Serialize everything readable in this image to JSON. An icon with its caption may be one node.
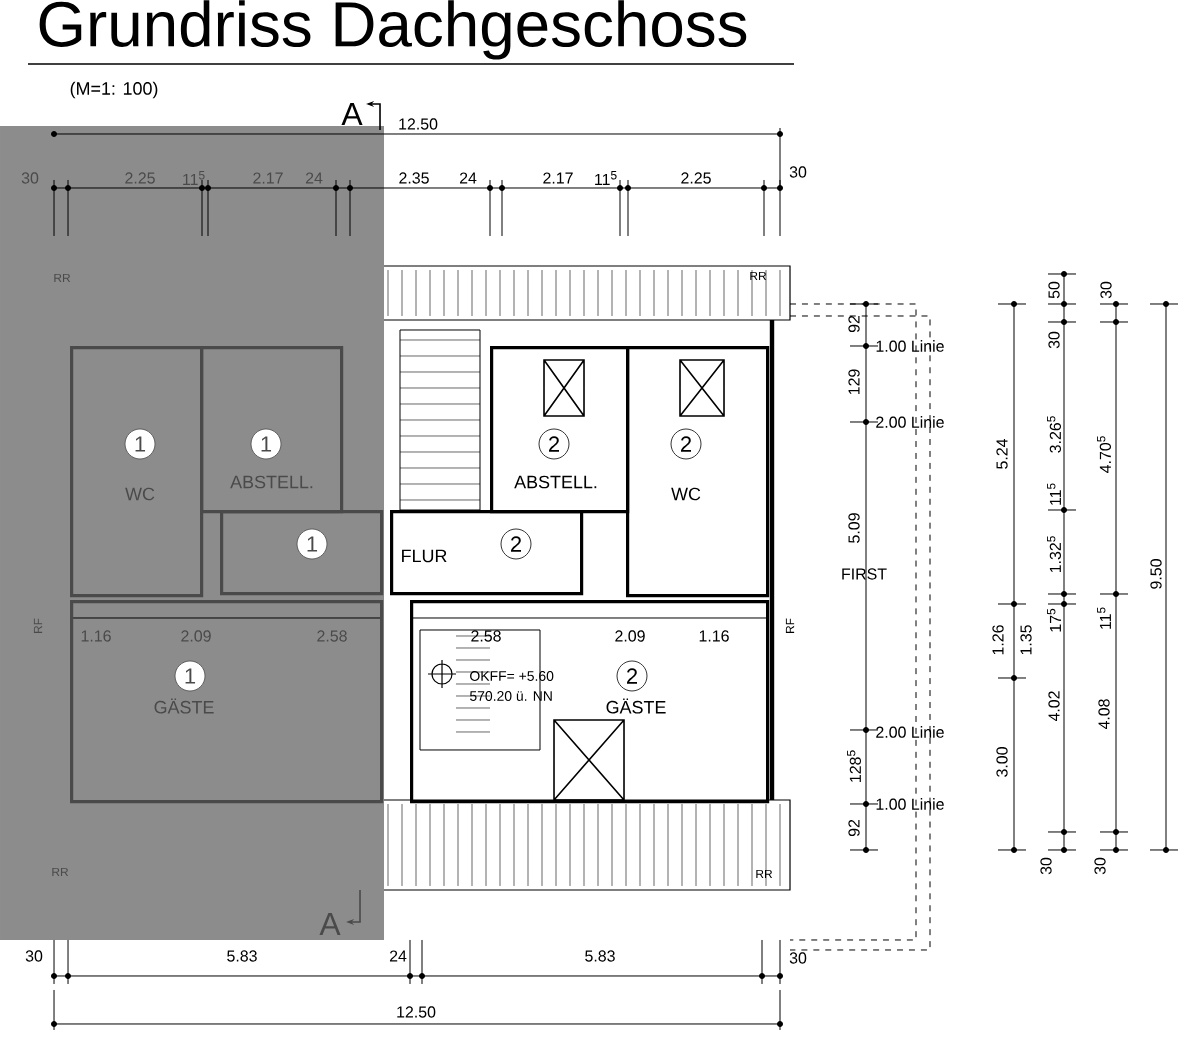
{
  "diagram": {
    "title": "Grundriss Dachgeschoss",
    "nodes": [
      {
        "text": [
          "1",
          "WC"
        ]
      },
      {
        "text": [
          "1",
          "ABSTELL."
        ]
      },
      {
        "text": [
          "2",
          "ABSTELL."
        ]
      },
      {
        "text": [
          "2",
          "WC"
        ]
      },
      {
        "text": [
          "1"
        ]
      },
      {
        "text": [
          "2",
          "FLUR"
        ]
      },
      {
        "text": [
          "1",
          "GÄSTE"
        ]
      },
      {
        "text": [
          "2",
          "GÄSTE"
        ]
      }
    ],
    "labels": [
      "(M=1: 100)",
      "A",
      "12.50",
      "30",
      "2.25",
      "11$^{5}$",
      "2.17",
      "24",
      "2.35",
      "24",
      "2.17",
      "11$^{5}$",
      "2.25",
      "30",
      "RR",
      "RR",
      "92",
      "1.00 Linie",
      "129",
      "2.00 Linie",
      "5.09",
      "FIRST",
      "2.00 Linie",
      "128$^{5}$",
      "1.00 Linie",
      "92",
      "50",
      "30",
      "30",
      "3.26$^{5}$",
      "5.24",
      "4.70$^{5}$",
      "11$^{5}$",
      "1.32$^{5}$",
      "9.50",
      "17$^{5}$",
      "11$^{5}$",
      "1.26",
      "1.35",
      "4.02",
      "3.00",
      "4.08",
      "30",
      "30",
      "RF",
      "1.16",
      "2.09",
      "2.58",
      "2.58",
      "2.09",
      "1.16",
      "RF",
      "OKFF= +5.60",
      "570.20 ü. NN",
      "RR",
      "RR",
      "A",
      "30",
      "5.83",
      "24",
      "5.83",
      "30",
      "12.50"
    ]
  }
}
